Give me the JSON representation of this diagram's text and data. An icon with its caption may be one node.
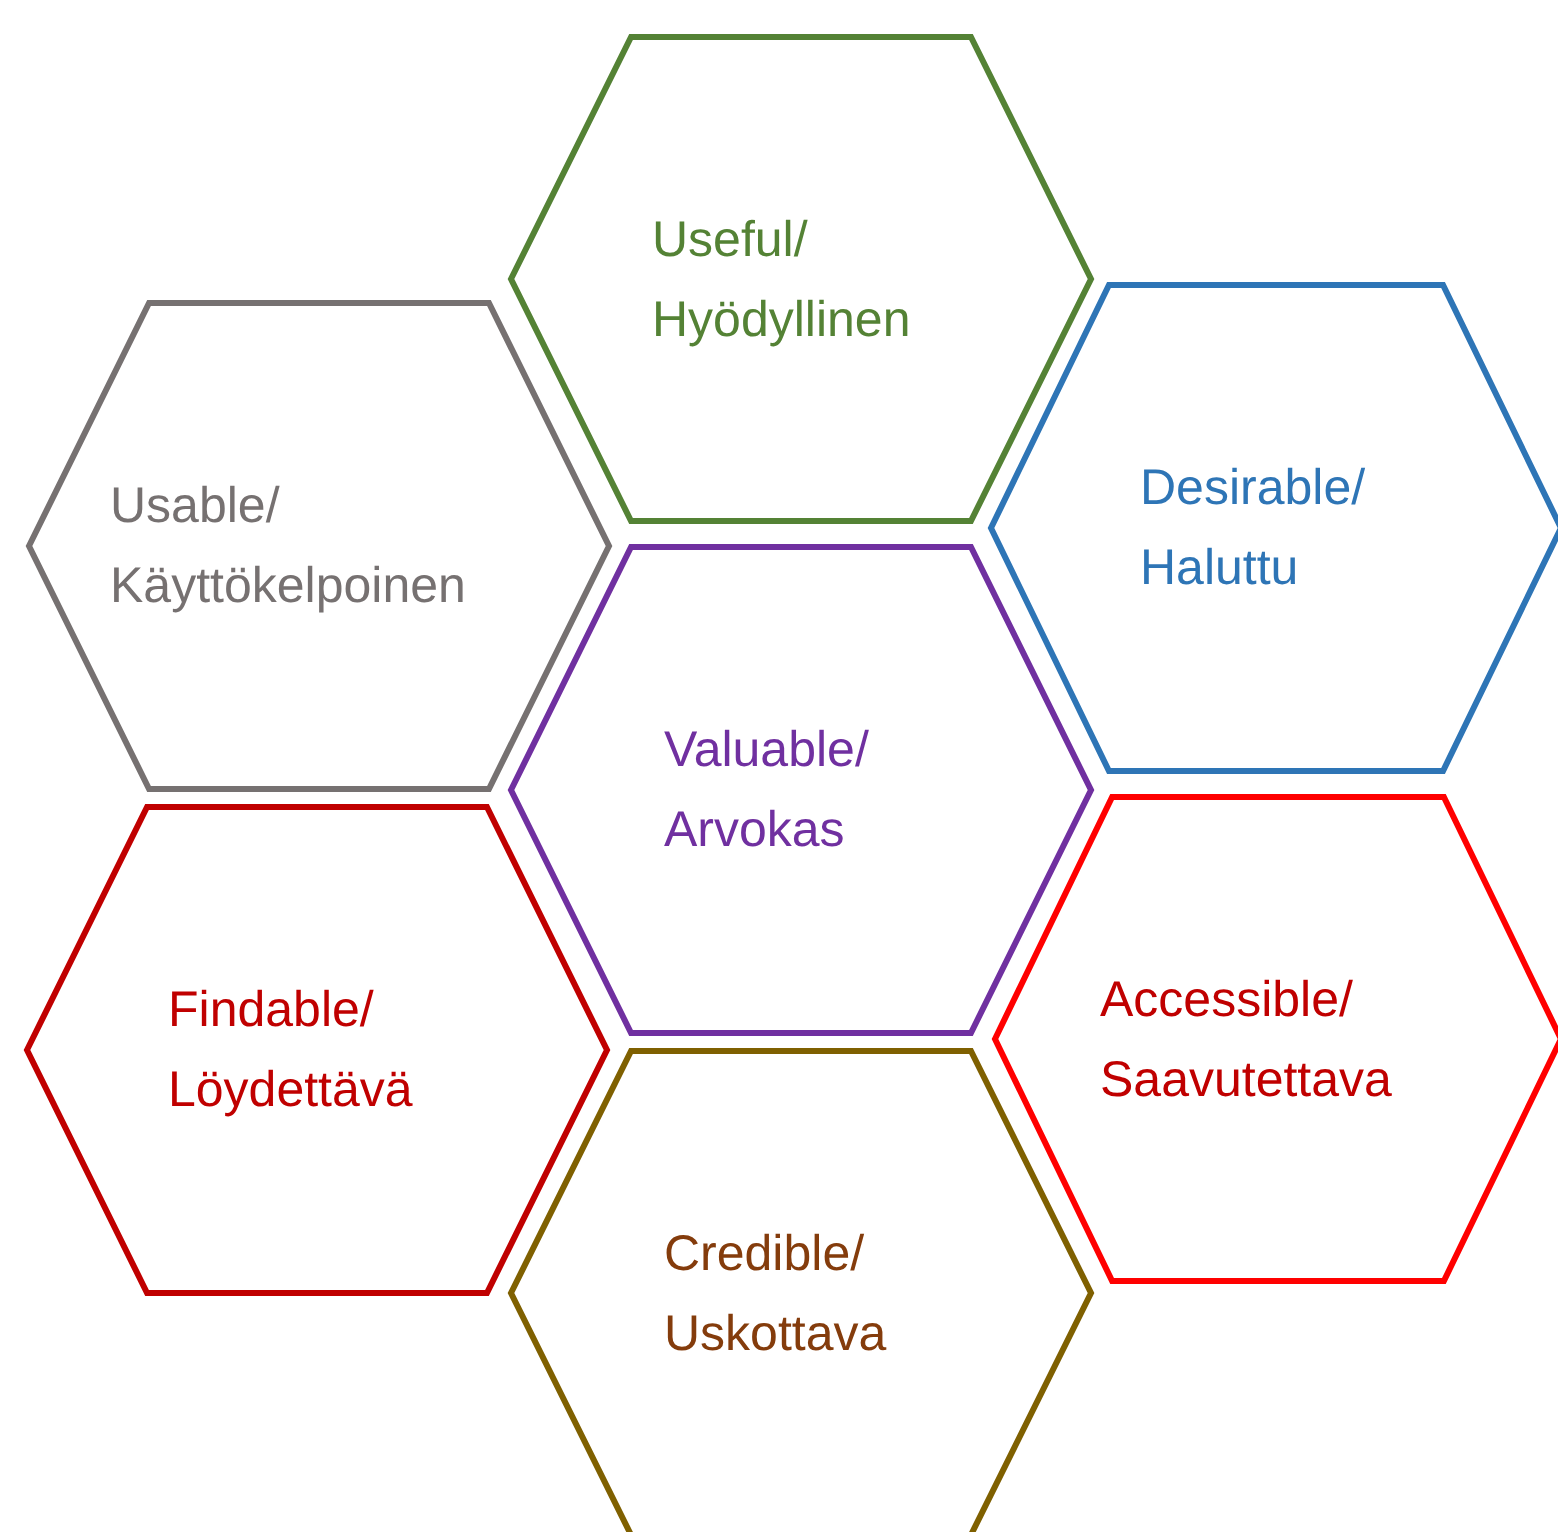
{
  "diagram": {
    "nodes": [
      {
        "text": [
          "Useful/ Hyödyllinen"
        ]
      },
      {
        "text": [
          "Usable/ Käyttökelpoinen"
        ]
      },
      {
        "text": [
          "Desirable/ Haluttu"
        ]
      },
      {
        "text": [
          "Valuable/ Arvokas"
        ]
      },
      {
        "text": [
          "Findable/ Löydettävä"
        ]
      },
      {
        "text": [
          "Accessible/ Saavutettava"
        ]
      },
      {
        "text": [
          "Credible/ Uskottava"
        ]
      }
    ]
  }
}
